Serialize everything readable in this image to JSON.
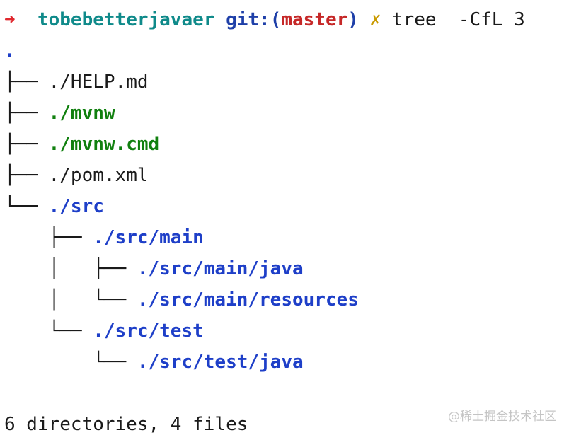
{
  "prompt": {
    "arrow": "➜",
    "directory": "tobebetterjavaer",
    "git_prefix": "git:(",
    "branch": "master",
    "git_suffix": ")",
    "dirty_marker": "✗",
    "command": "tree  -CfL 3"
  },
  "tree": [
    {
      "prefix": "",
      "name": ".",
      "kind": "dir"
    },
    {
      "prefix": "├── ",
      "name": "./HELP.md",
      "kind": "file"
    },
    {
      "prefix": "├── ",
      "name": "./mvnw",
      "kind": "exe"
    },
    {
      "prefix": "├── ",
      "name": "./mvnw.cmd",
      "kind": "exe"
    },
    {
      "prefix": "├── ",
      "name": "./pom.xml",
      "kind": "file"
    },
    {
      "prefix": "└── ",
      "name": "./src",
      "kind": "dir"
    },
    {
      "prefix": "    ├── ",
      "name": "./src/main",
      "kind": "dir"
    },
    {
      "prefix": "    │   ├── ",
      "name": "./src/main/java",
      "kind": "dir"
    },
    {
      "prefix": "    │   └── ",
      "name": "./src/main/resources",
      "kind": "dir"
    },
    {
      "prefix": "    └── ",
      "name": "./src/test",
      "kind": "dir"
    },
    {
      "prefix": "        └── ",
      "name": "./src/test/java",
      "kind": "dir"
    }
  ],
  "summary": "6 directories, 4 files",
  "watermark": "@稀土掘金技术社区",
  "colors": {
    "arrow": "#e0282e",
    "directory_name": "#0f8a8a",
    "git": "#1e3fa8",
    "branch": "#c62828",
    "dirty_marker": "#c99a00",
    "tree_dir": "#1e3fc8",
    "tree_exe": "#11800f",
    "text": "#1a1a1a"
  }
}
